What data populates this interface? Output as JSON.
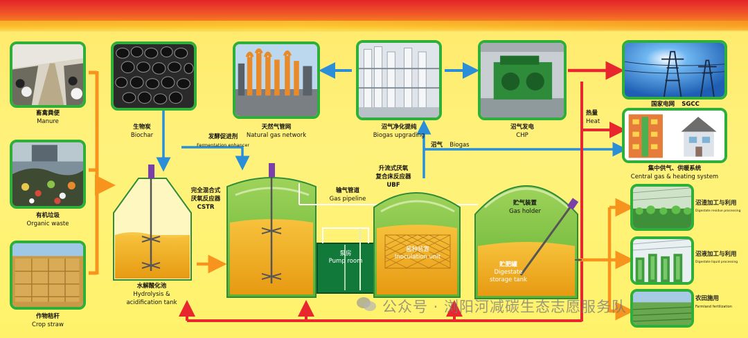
{
  "diagram": {
    "inputs": [
      {
        "zh": "畜禽粪便",
        "en": "Manure",
        "icon": "cattle-barn-photo"
      },
      {
        "zh": "有机垃圾",
        "en": "Organic waste",
        "icon": "garbage-photo"
      },
      {
        "zh": "作物秸秆",
        "en": "Crop straw",
        "icon": "straw-bales-photo"
      }
    ],
    "biochar": {
      "zh": "生物炭",
      "en": "Biochar",
      "icon": "biochar-micrograph-photo"
    },
    "enhancer": {
      "zh": "发酵促进剂",
      "en": "Fermentation enhancer"
    },
    "natural_gas": {
      "zh": "天然气管网",
      "en": "Natural gas network",
      "icon": "gas-plant-photo"
    },
    "upgrading": {
      "zh": "沼气净化提纯",
      "en": "Biogas upgrading",
      "icon": "upgrading-plant-photo"
    },
    "chp": {
      "zh": "沼气发电",
      "en": "CHP",
      "icon": "generator-photo"
    },
    "grid": {
      "zh": "国家电网",
      "en": "SGCC",
      "icon": "power-tower-photo"
    },
    "heat": {
      "zh": "热量",
      "en": "Heat"
    },
    "biogas": {
      "zh": "沼气",
      "en": "Biogas"
    },
    "central_gas": {
      "zh": "集中供气、供暖系统",
      "en": "Central gas & heating system",
      "icon": "houses-photo"
    },
    "hydrolysis": {
      "zh": "水解酸化池",
      "en1": "Hydrolysis &",
      "en2": "acidification tank"
    },
    "cstr": {
      "zh1": "完全混合式",
      "zh2": "厌氧反应器",
      "en": "CSTR"
    },
    "pipeline": {
      "zh": "输气管道",
      "en": "Gas pipeline"
    },
    "ubf": {
      "zh1": "升流式厌氧",
      "zh2": "复合床反应器",
      "en": "UBF"
    },
    "pump": {
      "zh": "泵房",
      "en": "Pump room"
    },
    "inoculation": {
      "zh": "菌种装置",
      "en": "Inoculation unit"
    },
    "gas_holder": {
      "zh": "贮气装置",
      "en": "Gas holder"
    },
    "digestate": {
      "zh": "贮肥罐",
      "en1": "Digestate",
      "en2": "storage tank"
    },
    "outputs": [
      {
        "zh": "沼渣加工与利用",
        "en": "Digestate residue processing",
        "icon": "greenhouse-photo"
      },
      {
        "zh": "沼液加工与利用",
        "en": "Digestate liquid processing",
        "icon": "greenhouse-rows-photo"
      },
      {
        "zh": "农田施用",
        "en": "Farmland fertilization",
        "icon": "farmland-photo"
      }
    ],
    "watermark": "公众号 · 浏阳河减碳生态志愿服务队",
    "colors": {
      "arrow_orange": "#f7941d",
      "arrow_red": "#e8262d",
      "arrow_blue": "#2a8fd6",
      "frame_green": "#2fae3a",
      "tank_green": "#7cc242",
      "liquid": "#f4b223",
      "dark_green": "#117a3b"
    }
  }
}
